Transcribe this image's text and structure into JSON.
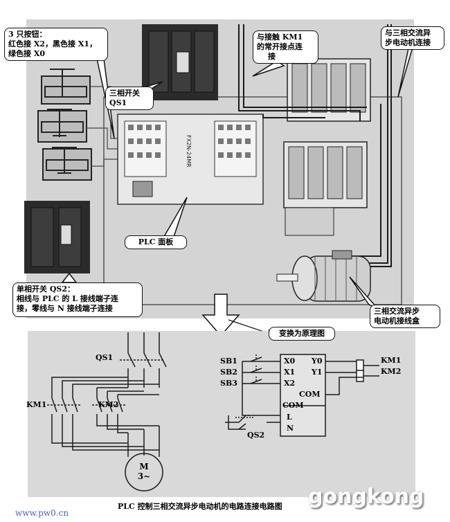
{
  "callouts": {
    "buttons": [
      "3 只按钮：",
      "红色接 X2，黑色接 X1，",
      "绿色接 X0"
    ],
    "km1_contact": [
      "与接触 KM1",
      "的常开接点连",
      "接"
    ],
    "motor_connect": [
      "与三相交流异",
      "步电动机连接"
    ],
    "qs1": [
      "三相开关",
      "QS1"
    ],
    "plc_panel": "PLC 面板",
    "qs2": [
      "单相开关 QS2：",
      "相线与 PLC 的 L 接线端子连",
      "接，零线与 N 接线端子连接"
    ],
    "junction_box": [
      "三相交流异步",
      "电动机接线盒"
    ],
    "convert": "变换为原理图"
  },
  "schematic": {
    "qs1": "QS1",
    "km1": "KM1",
    "km2": "KM2",
    "motor": [
      "M",
      "3~"
    ],
    "sb1": "SB1",
    "sb2": "SB2",
    "sb3": "SB3",
    "x0": "X0",
    "x1": "X1",
    "x2": "X2",
    "y0": "Y0",
    "y1": "Y1",
    "com1": "COM",
    "com2": "COM",
    "l": "L",
    "n": "N",
    "qs2": "QS2",
    "coil_km1": "KM1",
    "coil_km2": "KM2"
  },
  "plc_device_text": "FX2N-24MR",
  "caption": "PLC 控制三相交流异步电动机的电路连接电路图",
  "footer": {
    "url": "www.pw0.cn",
    "watermark": "gongkong"
  },
  "colors": {
    "photo_bg": "#d4d4d4",
    "schematic_bg": "#d9d9d9",
    "device_dark": "#2b2b2b",
    "wire": "#1a1a1a",
    "url_blue": "#4a63b8"
  }
}
